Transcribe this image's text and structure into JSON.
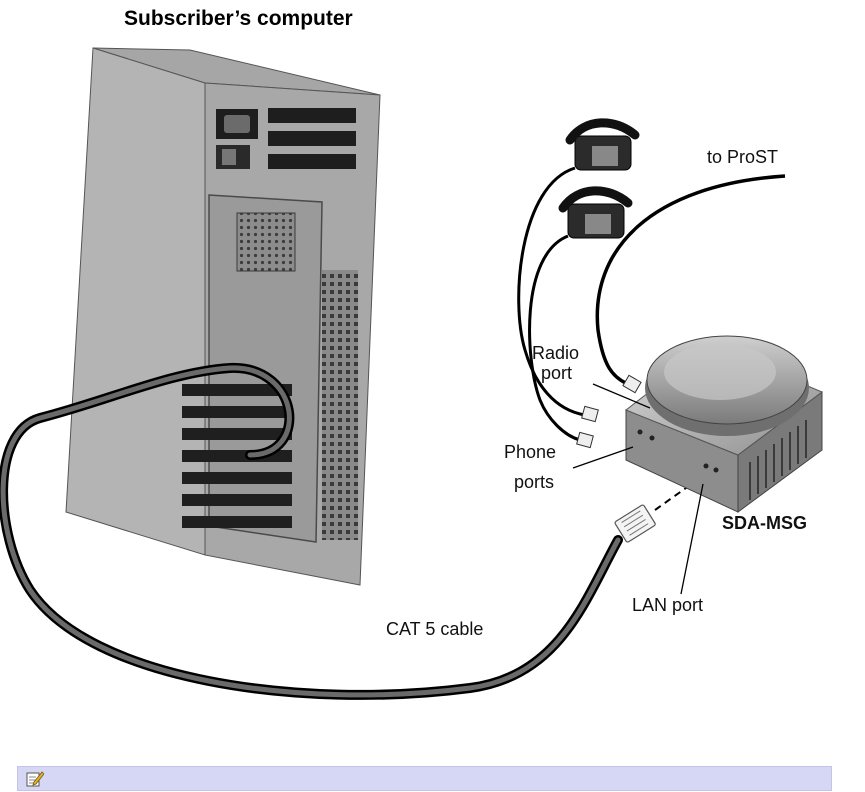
{
  "title": "Subscriber’s computer",
  "labels": {
    "to_prost": "to ProST",
    "radio_line1": "Radio",
    "radio_line2": "port",
    "phone_line1": "Phone",
    "phone_line2": "ports",
    "device": "SDA-MSG",
    "lan_port": "LAN port",
    "cable": "CAT 5 cable"
  },
  "icons": {
    "note": "note-pencil-icon"
  },
  "colors": {
    "note_bar": "#d6d6f5"
  }
}
